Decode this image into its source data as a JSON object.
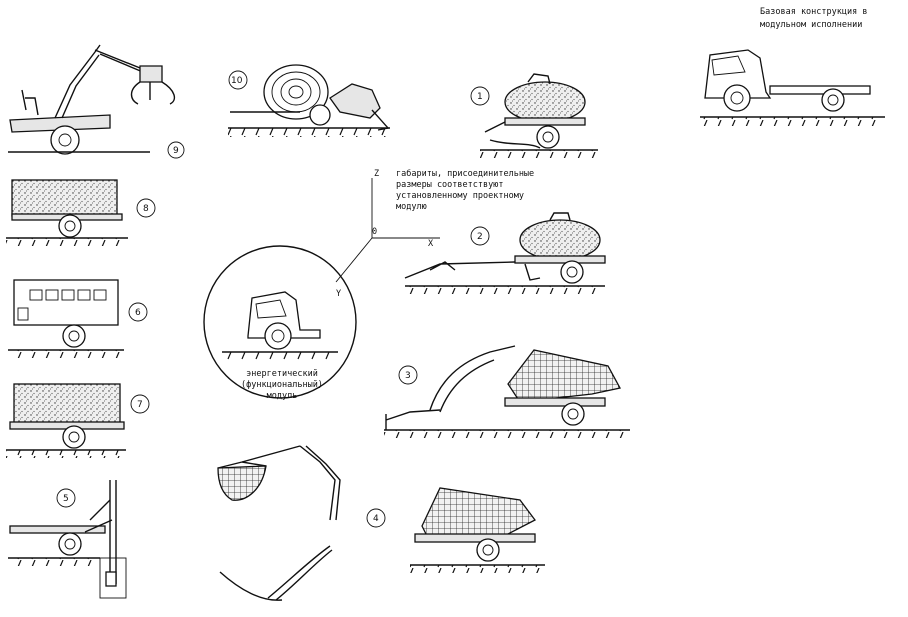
{
  "caption_top": [
    "Базовая конструкция в",
    "модульном исполнении"
  ],
  "note": [
    "габариты, присоединительные",
    "размеры соответствуют",
    "установленному проектному",
    "модулю"
  ],
  "axes": {
    "z": "Z",
    "x": "X",
    "y": "Y",
    "origin": "0"
  },
  "module_label": [
    "энергетический",
    "(функциональный)",
    "модуль"
  ],
  "numbers": [
    "9",
    "10",
    "1",
    "8",
    "2",
    "6",
    "3",
    "7",
    "5",
    "4"
  ]
}
